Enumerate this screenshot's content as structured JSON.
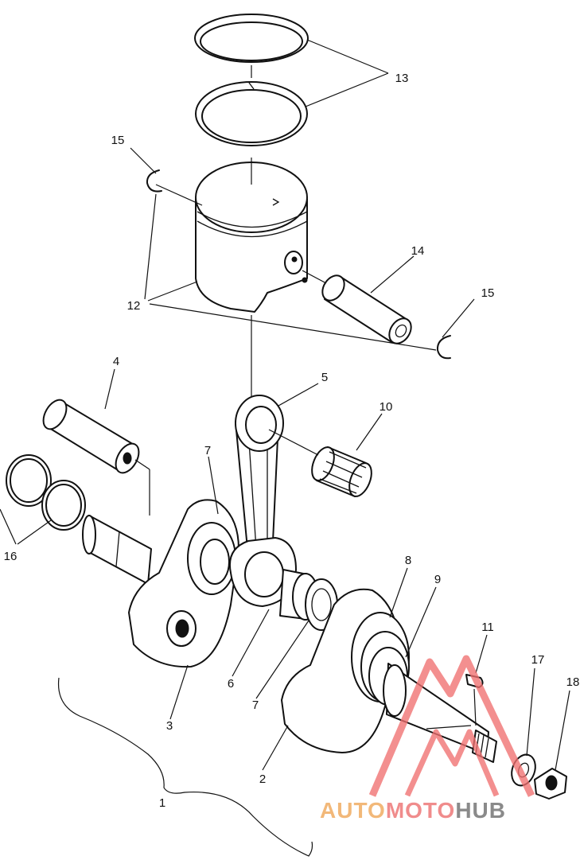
{
  "callouts": [
    "13",
    "15",
    "12",
    "14",
    "15",
    "4",
    "5",
    "10",
    "7",
    "16",
    "8",
    "9",
    "11",
    "17",
    "18",
    "6",
    "7",
    "3",
    "2",
    "1"
  ],
  "watermark": {
    "part1": "AUTO",
    "part2": "MOTO",
    "part3": "HUB",
    "color_auto": "#f2b879",
    "color_moto": "#f08c8c",
    "color_hub": "#8a8a8a",
    "logo_color": "#f07070"
  }
}
